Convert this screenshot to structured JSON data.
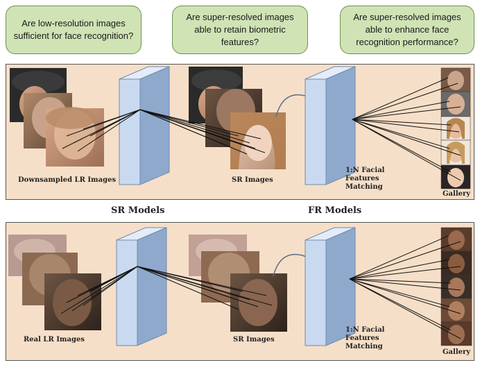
{
  "questions": [
    "Are low-resolution images sufficient for face recognition?",
    "Are super-resolved images able to retain biometric features?",
    "Are super-resolved images able to enhance face recognition performance?"
  ],
  "top_panel": {
    "lr_label": "Downsampled LR Images",
    "sr_label": "SR Images",
    "match_label_1": "1:N Facial",
    "match_label_2": "Features",
    "match_label_3": "Matching",
    "gallery_label": "Gallery"
  },
  "models": {
    "sr": "SR Models",
    "fr": "FR Models"
  },
  "bottom_panel": {
    "lr_label": "Real LR Images",
    "sr_label": "SR Images",
    "match_label_1": "1:N Facial",
    "match_label_2": "Features",
    "match_label_3": "Matching",
    "gallery_label": "Gallery"
  },
  "colors": {
    "question_bg": "#cfe3b5",
    "panel_bg": "#f6dfc8",
    "prism_front": "#c9daf0",
    "prism_side": "#8fa9cc"
  }
}
